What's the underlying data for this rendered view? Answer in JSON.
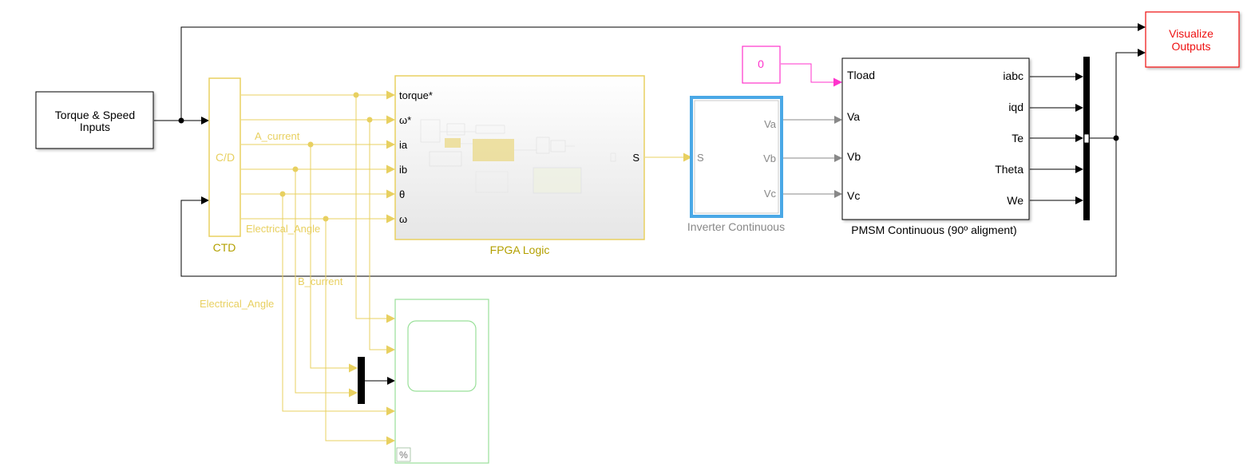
{
  "colors": {
    "black": "#000000",
    "yellow": "#e8d060",
    "yellow_text": "#b3a000",
    "yellow_fill": "#f1e39a",
    "gray": "#888888",
    "magenta": "#ff33cc",
    "red": "#ee1111",
    "blue": "#4aa8e6",
    "green": "#99e099"
  },
  "blocks": {
    "torque_speed": {
      "label_line1": "Torque & Speed",
      "label_line2": "Inputs"
    },
    "ctd": {
      "inner": "C/D",
      "name": "CTD"
    },
    "fpga": {
      "name": "FPGA Logic",
      "inputs": [
        "torque*",
        "ω*",
        "ia",
        "ib",
        "θ",
        "ω"
      ],
      "output": "S"
    },
    "inverter": {
      "name": "Inverter Continuous",
      "input": "S",
      "outputs": [
        "Va",
        "Vb",
        "Vc"
      ]
    },
    "constant": {
      "value": "0"
    },
    "pmsm": {
      "name": "PMSM Continuous (90º aligment)",
      "inputs": [
        "Tload",
        "Va",
        "Vb",
        "Vc"
      ],
      "outputs": [
        "iabc",
        "iqd",
        "Te",
        "Theta",
        "We"
      ]
    },
    "visualize": {
      "label_line1": "Visualize",
      "label_line2": "Outputs"
    },
    "scope": {
      "corner_icon": "%"
    }
  },
  "signal_labels": {
    "a_current": "A_current",
    "electrical_angle_1": "Electrical_Angle",
    "b_current": "B_current",
    "electrical_angle_2": "Electrical_Angle"
  }
}
